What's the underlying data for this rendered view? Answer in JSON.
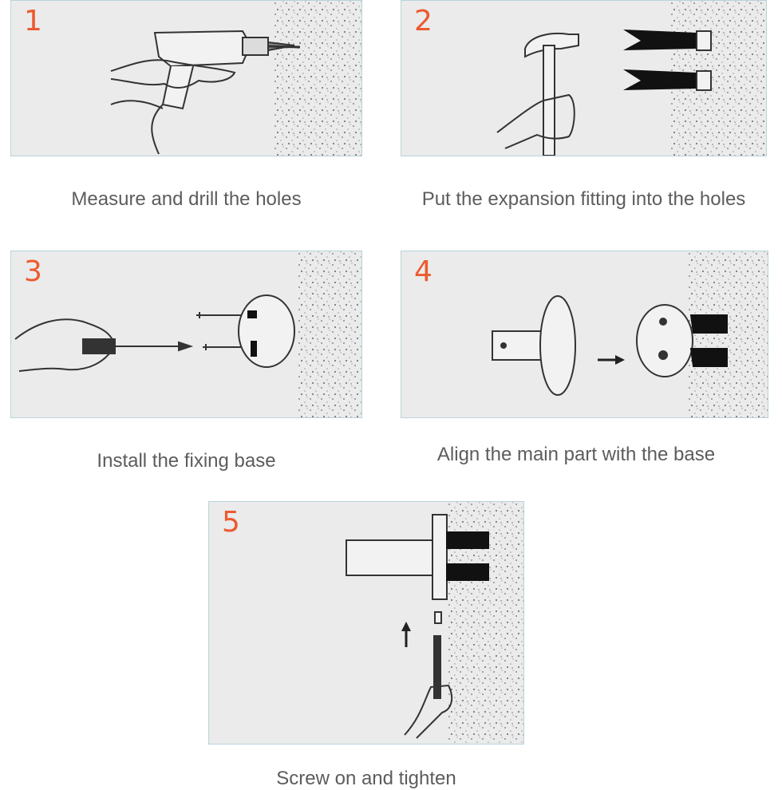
{
  "steps": [
    {
      "number": "1",
      "caption": "Measure and drill the holes"
    },
    {
      "number": "2",
      "caption": "Put the expansion fitting into the holes"
    },
    {
      "number": "3",
      "caption": "Install the fixing base"
    },
    {
      "number": "4",
      "caption": "Align the main part with the base"
    },
    {
      "number": "5",
      "caption": "Screw on and tighten"
    }
  ],
  "colors": {
    "step_number": "#ec5a2f",
    "panel_bg": "#ebebeb",
    "panel_border": "#b9d3da",
    "caption_text": "#5c5c5c",
    "wall_speckle": "#777777"
  }
}
